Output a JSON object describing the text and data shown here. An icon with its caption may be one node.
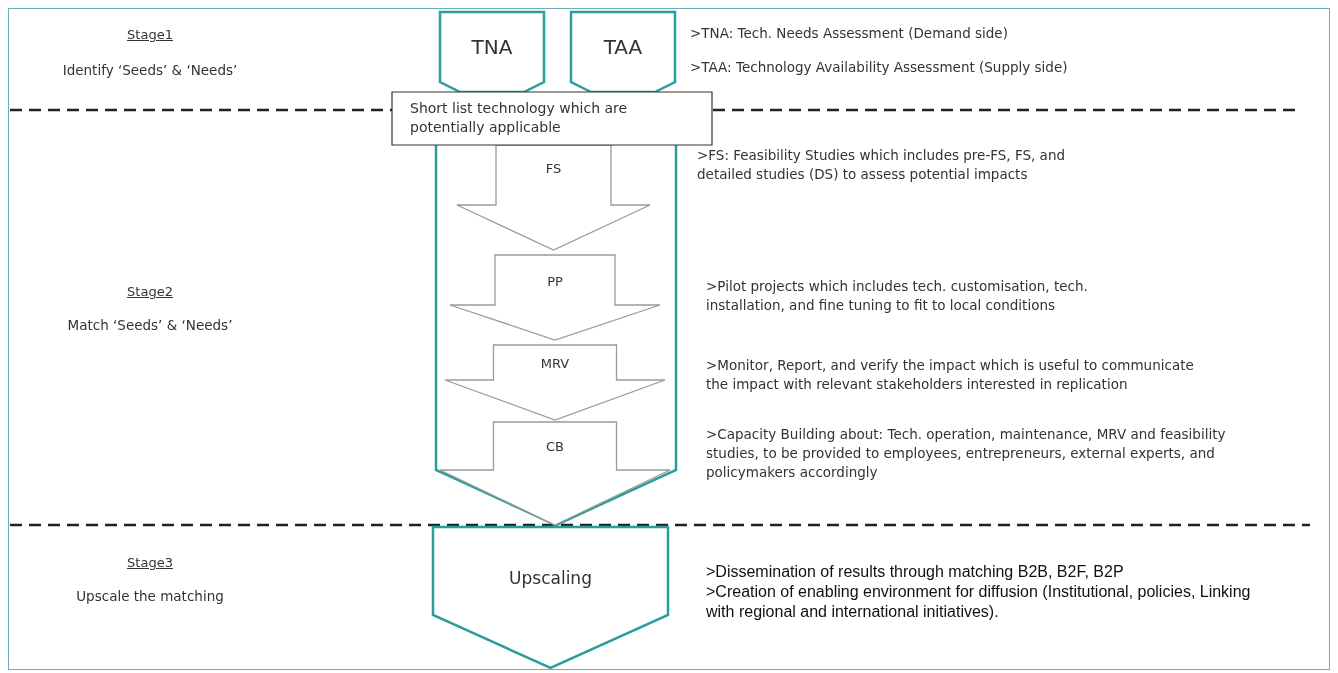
{
  "diagram": {
    "nodes": [
      {
        "text": [
          "TNA"
        ]
      },
      {
        "text": [
          "TAA"
        ]
      },
      {
        "text": [
          "Short list technology which are potentially applicable"
        ]
      },
      {
        "text": [],
        "shape": "arrow"
      },
      {
        "text": [
          "FS"
        ],
        "in": 3
      },
      {
        "text": [
          "PP"
        ],
        "in": 3
      },
      {
        "text": [
          "MRV"
        ],
        "in": 3
      },
      {
        "text": [
          "CB"
        ],
        "in": 3
      },
      {
        "text": [
          "Upscaling"
        ]
      }
    ],
    "labels": [
      "Stage1",
      "Identify ‘Seeds’ & ‘Needs’",
      ">TNA: Tech. Needs Assessment (Demand side)",
      ">TAA: Technology Availability Assessment (Supply side)",
      ">FS: Feasibility Studies which includes pre-FS, FS, and detailed studies (DS) to assess potential impacts",
      "Stage2",
      "Match ‘Seeds’ & ‘Needs’",
      ">Pilot projects which includes tech. customisation, tech. installation, and fine tuning to fit to local conditions",
      ">Monitor, Report, and verify the impact which is useful to communicate the impact with relevant stakeholders interested in replication",
      ">Capacity Building about: Tech. operation, maintenance, MRV and feasibility studies, to be provided to employees, entrepreneurs, external experts, and policymakers accordingly",
      "Stage3",
      "Upscale the matching",
      ">Dissemination of results through matching B2B, B2F, B2P",
      ">Creation of enabling environment for diffusion (Institutional, policies, Linking with regional and international initiatives)."
    ]
  }
}
